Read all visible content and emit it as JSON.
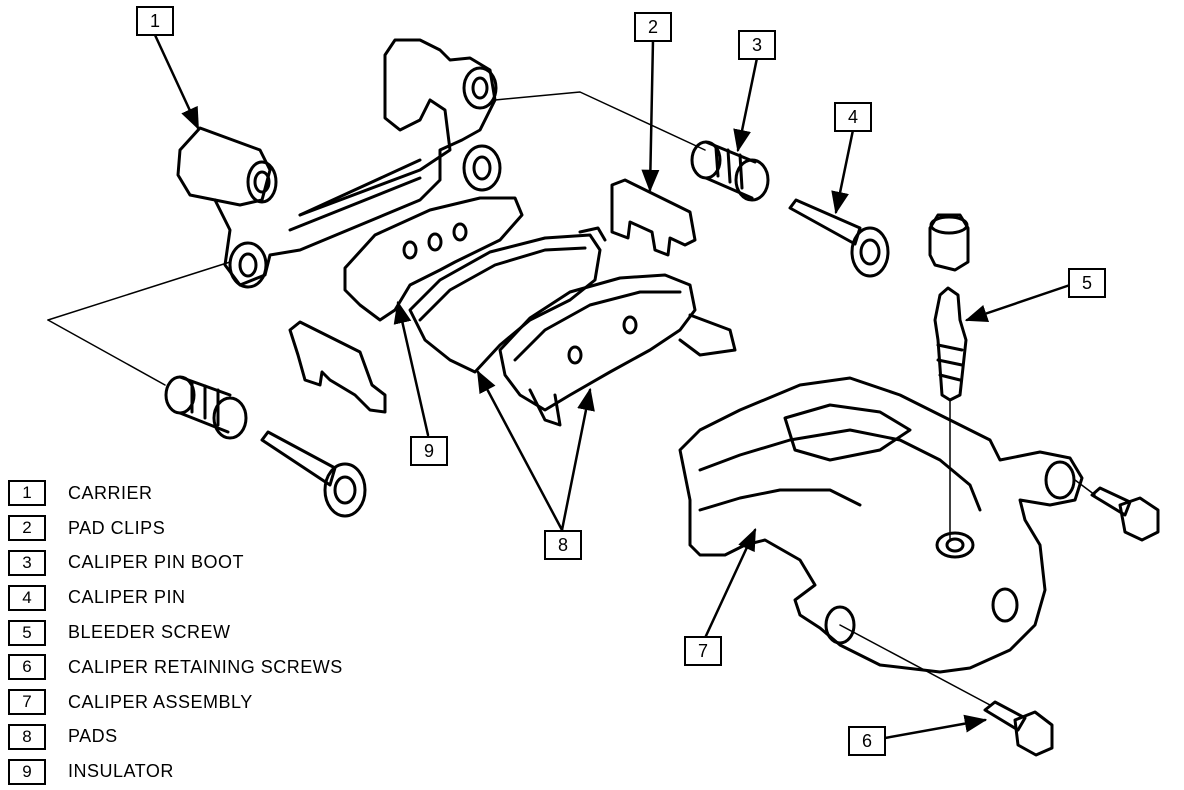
{
  "diagram": {
    "callouts": {
      "c1": "1",
      "c2": "2",
      "c3": "3",
      "c4": "4",
      "c5": "5",
      "c6": "6",
      "c7": "7",
      "c8": "8",
      "c9": "9"
    },
    "legend": [
      {
        "num": "1",
        "label": "CARRIER"
      },
      {
        "num": "2",
        "label": "PAD CLIPS"
      },
      {
        "num": "3",
        "label": "CALIPER PIN BOOT"
      },
      {
        "num": "4",
        "label": "CALIPER PIN"
      },
      {
        "num": "5",
        "label": "BLEEDER SCREW"
      },
      {
        "num": "6",
        "label": "CALIPER RETAINING SCREWS"
      },
      {
        "num": "7",
        "label": "CALIPER ASSEMBLY"
      },
      {
        "num": "8",
        "label": "PADS"
      },
      {
        "num": "9",
        "label": "INSULATOR"
      }
    ]
  }
}
